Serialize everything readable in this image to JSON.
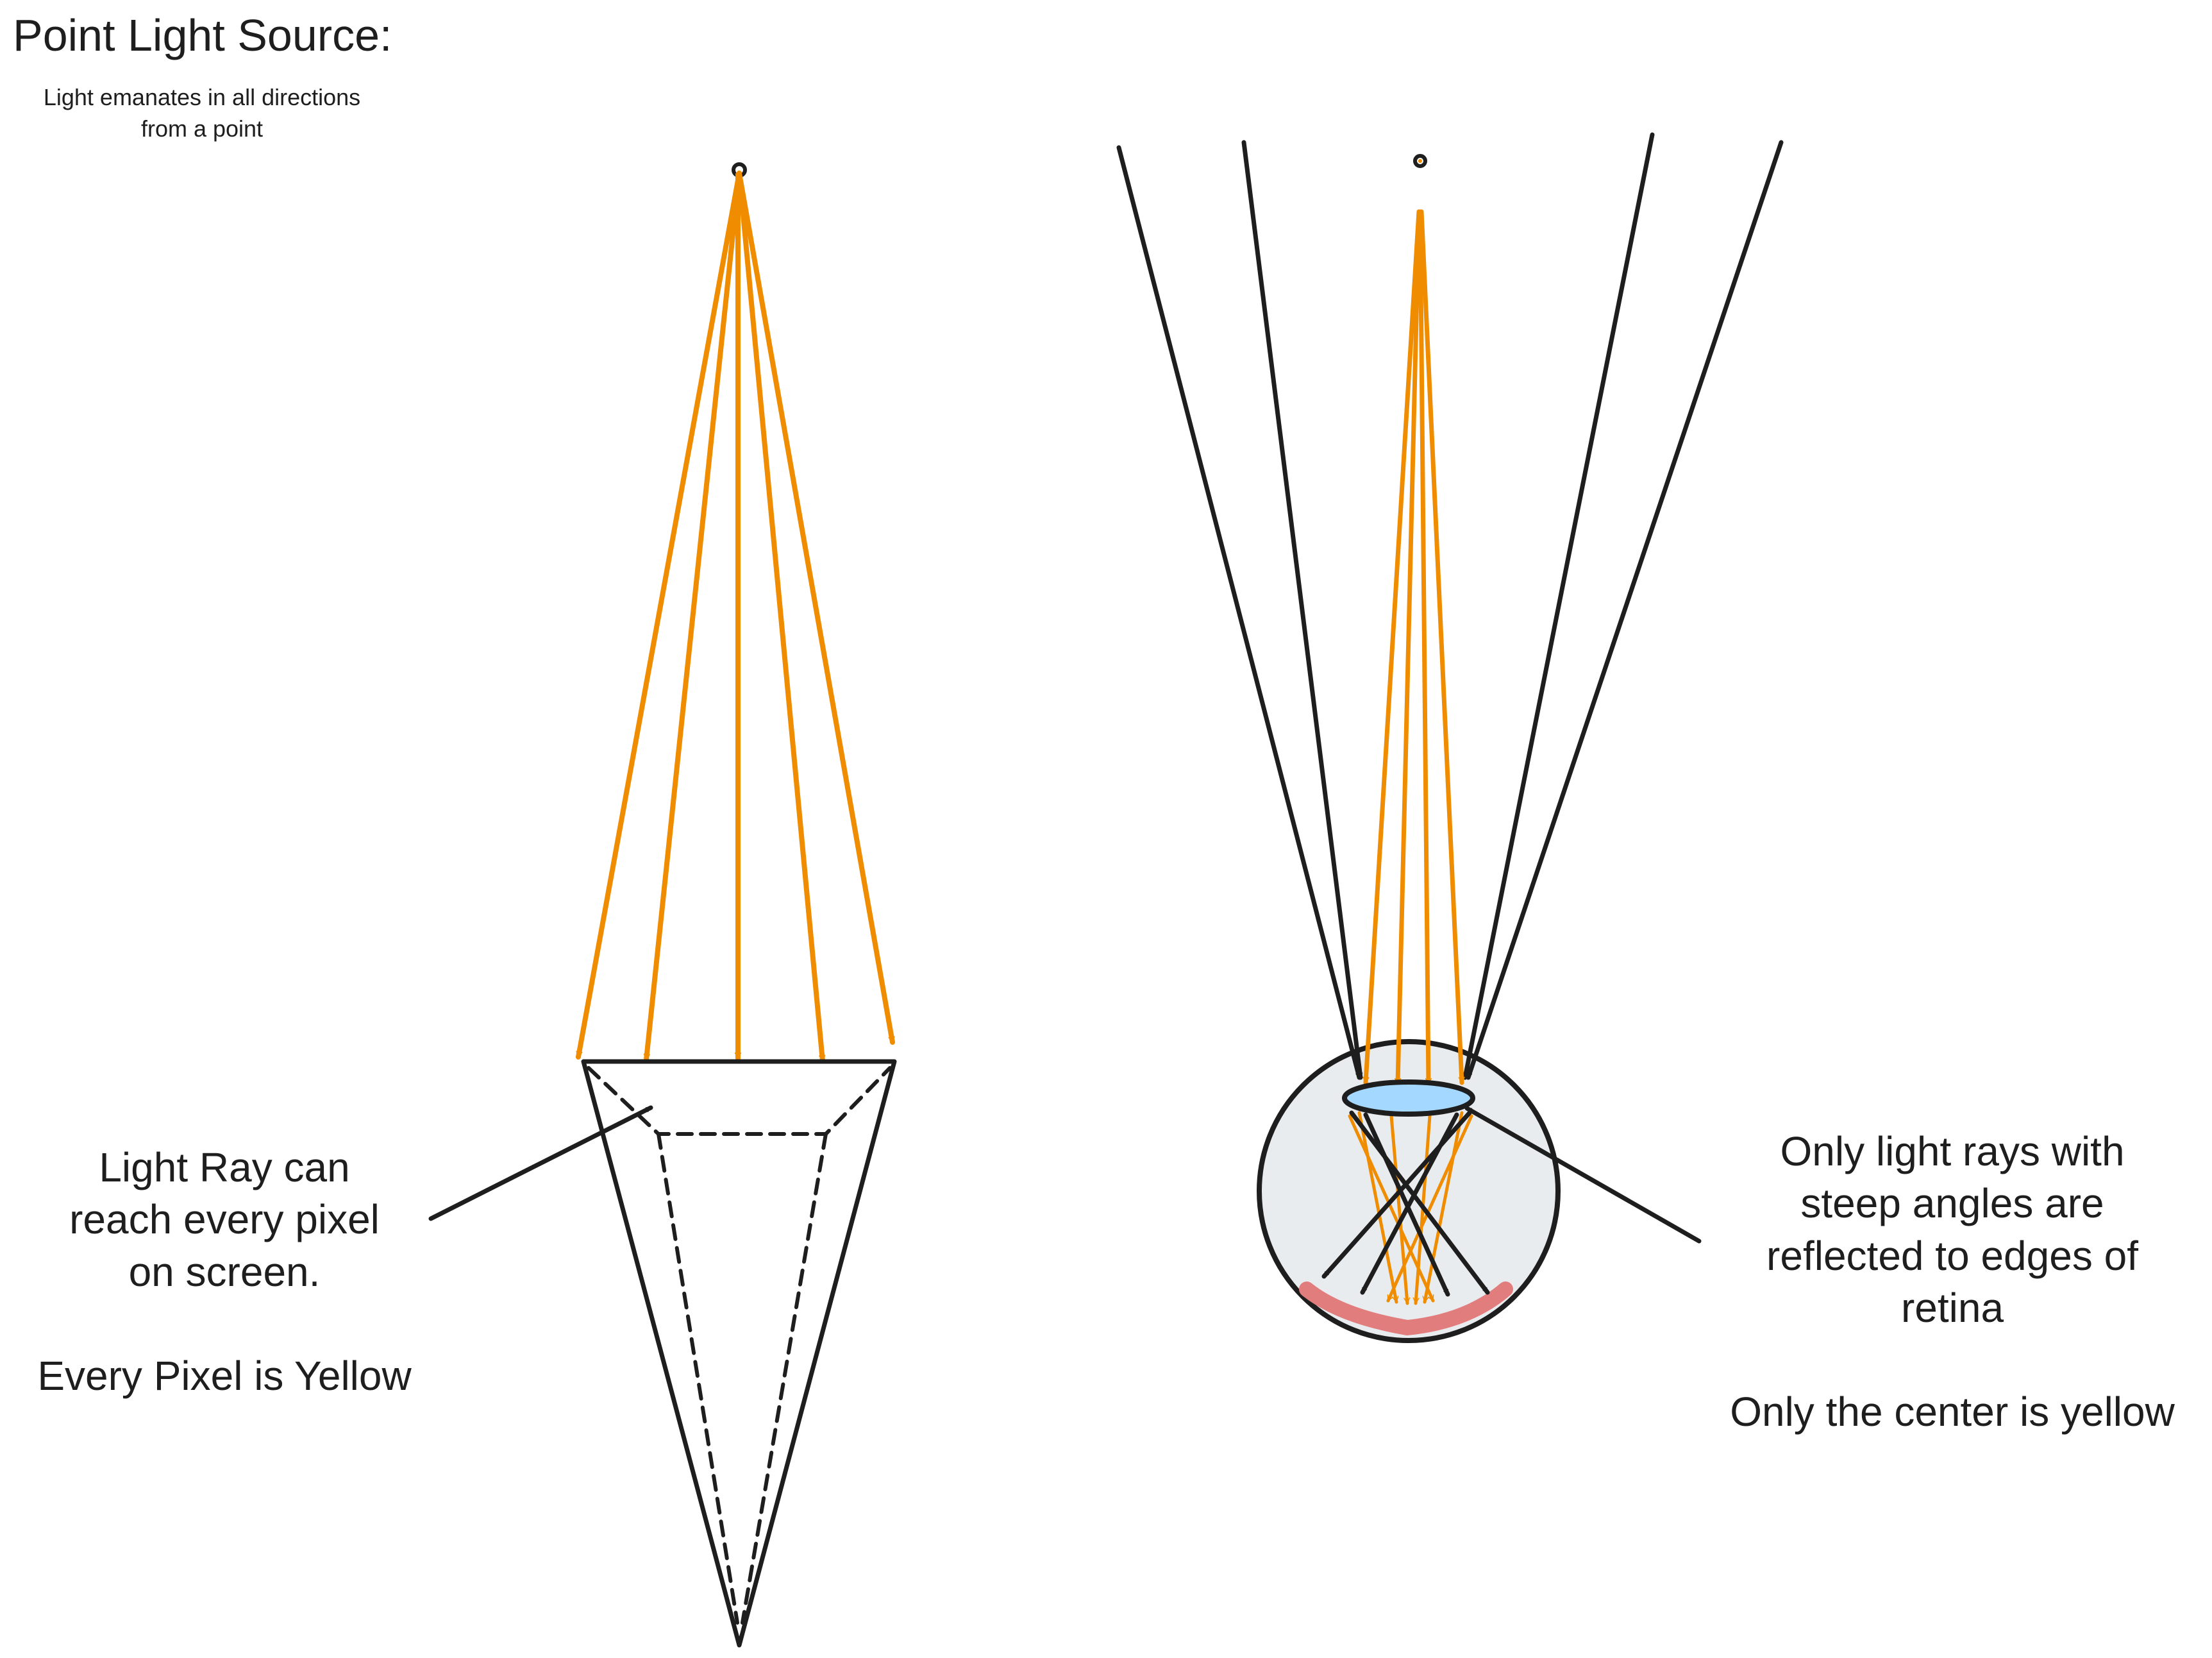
{
  "title": "Point Light Source:",
  "subtitle": {
    "line1": "Light emanates in all directions",
    "line2": "from a point"
  },
  "left_note": {
    "line1": "Light Ray can",
    "line2": "reach every pixel",
    "line3": "on screen.",
    "line4": "",
    "line5": "Every Pixel is Yellow"
  },
  "right_note": {
    "line1": "Only light rays with",
    "line2": "steep angles are",
    "line3": "reflected to edges of",
    "line4": "retina",
    "line5": "",
    "line6": "Only the center is yellow"
  },
  "colors": {
    "ray": "#f08c00",
    "stroke": "#1e1e1e",
    "eye_fill": "#e9ecef",
    "lens_fill": "#a5d8ff",
    "retina": "#e27d7d"
  }
}
